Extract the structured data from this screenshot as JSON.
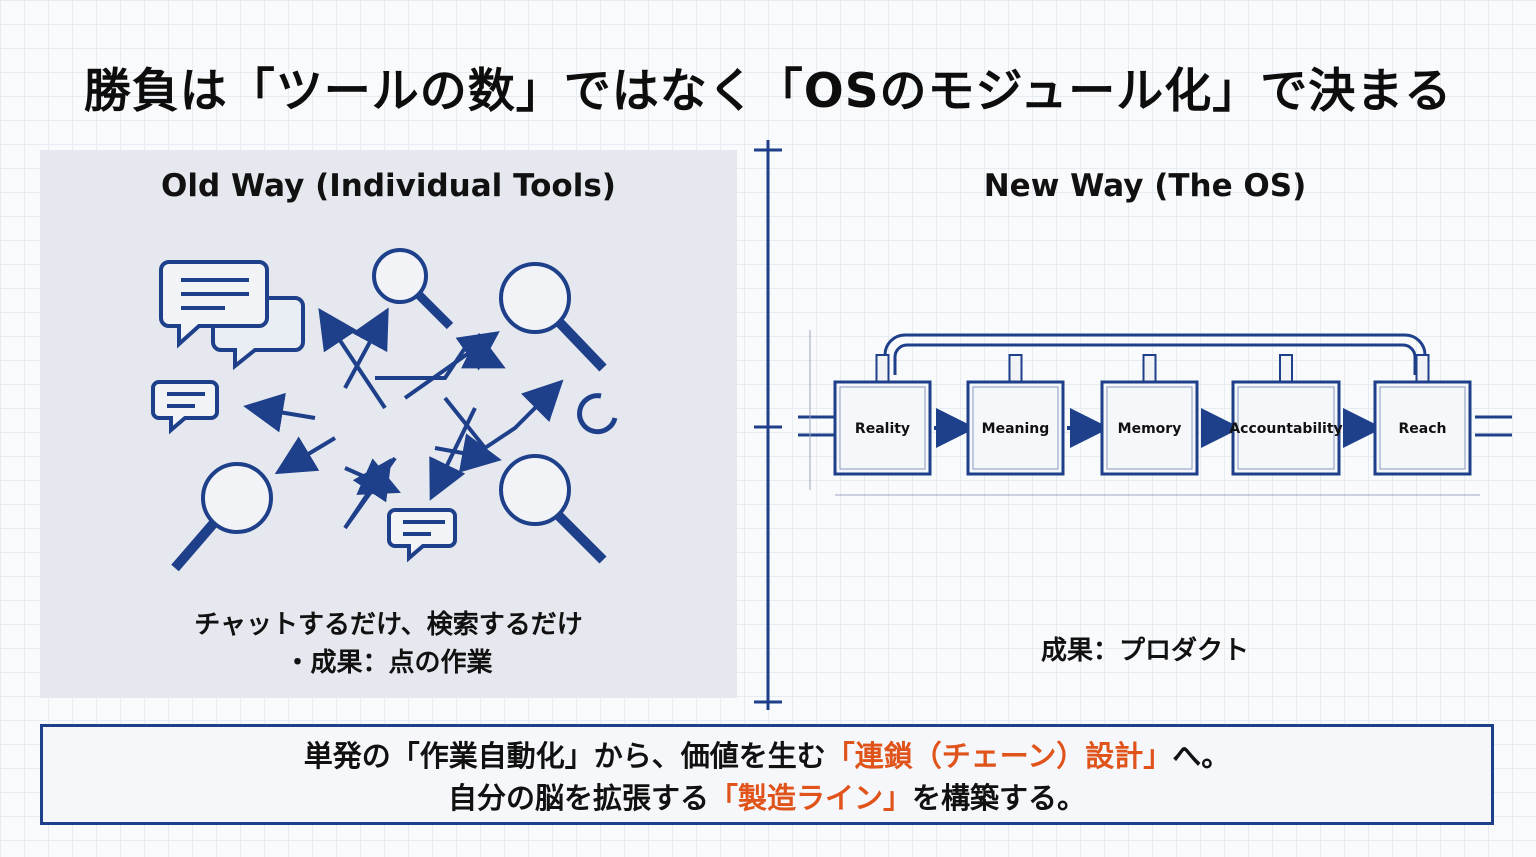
{
  "title": "勝負は「ツールの数」ではなく「OSのモジュール化」で決まる",
  "left": {
    "heading": "Old Way (Individual Tools)",
    "caption_line1": "チャットするだけ、検索するだけ",
    "caption_line2": "・成果：点の作業"
  },
  "right": {
    "heading": "New Way (The OS)",
    "modules": [
      "Reality",
      "Meaning",
      "Memory",
      "Accountability",
      "Reach"
    ],
    "caption": "成果：プロダクト"
  },
  "bottom": {
    "line1_a": "単発の「作業自動化」から、価値を生む",
    "line1_accent": "「連鎖（チェーン）設計」",
    "line1_b": "へ。",
    "line2_a": "自分の脳を拡張する",
    "line2_accent": "「製造ライン」",
    "line2_b": "を構築する。"
  },
  "colors": {
    "blueprint": "#1e3f8a",
    "accent": "#e0531a",
    "panel": "#e5e8ee"
  }
}
